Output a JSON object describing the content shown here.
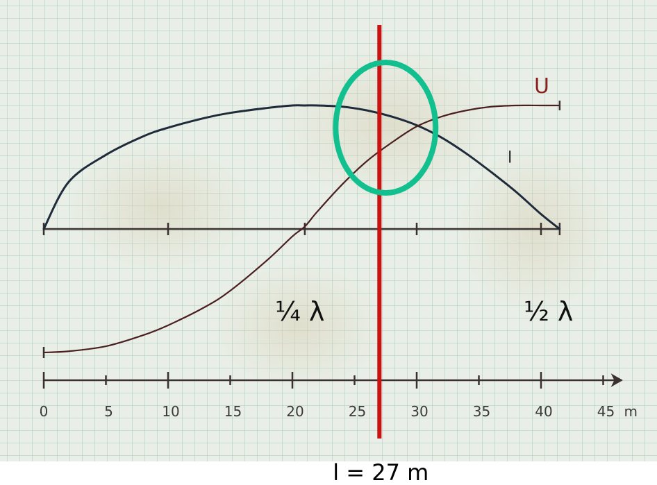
{
  "chart_data": {
    "type": "line",
    "x_unit": "m",
    "xlim": [
      0,
      45
    ],
    "x_ticks": [
      0,
      5,
      10,
      15,
      20,
      25,
      30,
      35,
      40,
      45
    ],
    "x_tick_labels": [
      "0",
      "5",
      "10",
      "15",
      "20",
      "25",
      "30",
      "35",
      "40",
      "45"
    ],
    "series": [
      {
        "name": "I",
        "x": [
          0,
          2,
          5,
          8,
          10,
          13,
          15,
          18,
          20,
          21,
          22,
          24,
          26,
          28,
          30,
          32,
          34,
          36,
          38,
          40,
          41.5
        ],
        "y": [
          0,
          0.38,
          0.6,
          0.75,
          0.82,
          0.9,
          0.94,
          0.98,
          1.0,
          1.0,
          1.0,
          0.99,
          0.96,
          0.91,
          0.84,
          0.74,
          0.61,
          0.46,
          0.3,
          0.12,
          0
        ]
      },
      {
        "name": "U",
        "x": [
          0,
          2,
          5,
          8,
          10,
          13,
          15,
          18,
          20,
          21,
          22,
          24,
          26,
          28,
          30,
          32,
          34,
          36,
          38,
          40,
          41.5
        ],
        "y": [
          -1.0,
          -0.99,
          -0.95,
          -0.86,
          -0.78,
          -0.63,
          -0.5,
          -0.25,
          -0.06,
          0.02,
          0.14,
          0.36,
          0.55,
          0.7,
          0.83,
          0.91,
          0.96,
          0.99,
          1.0,
          1.0,
          1.0
        ]
      }
    ],
    "annotations": {
      "quarter_wave": {
        "label": "¼ λ",
        "x": 21
      },
      "half_wave": {
        "label": "½ λ",
        "x": 40
      },
      "marker": {
        "label": "l = 27 m",
        "x": 27
      }
    },
    "grid": true,
    "colors": {
      "paper": "#e8ede4",
      "grid_line": "#9fc2b6",
      "ink": "#3a3030",
      "marker_line": "#cc1111",
      "highlight_ellipse": "#11c08e"
    }
  }
}
